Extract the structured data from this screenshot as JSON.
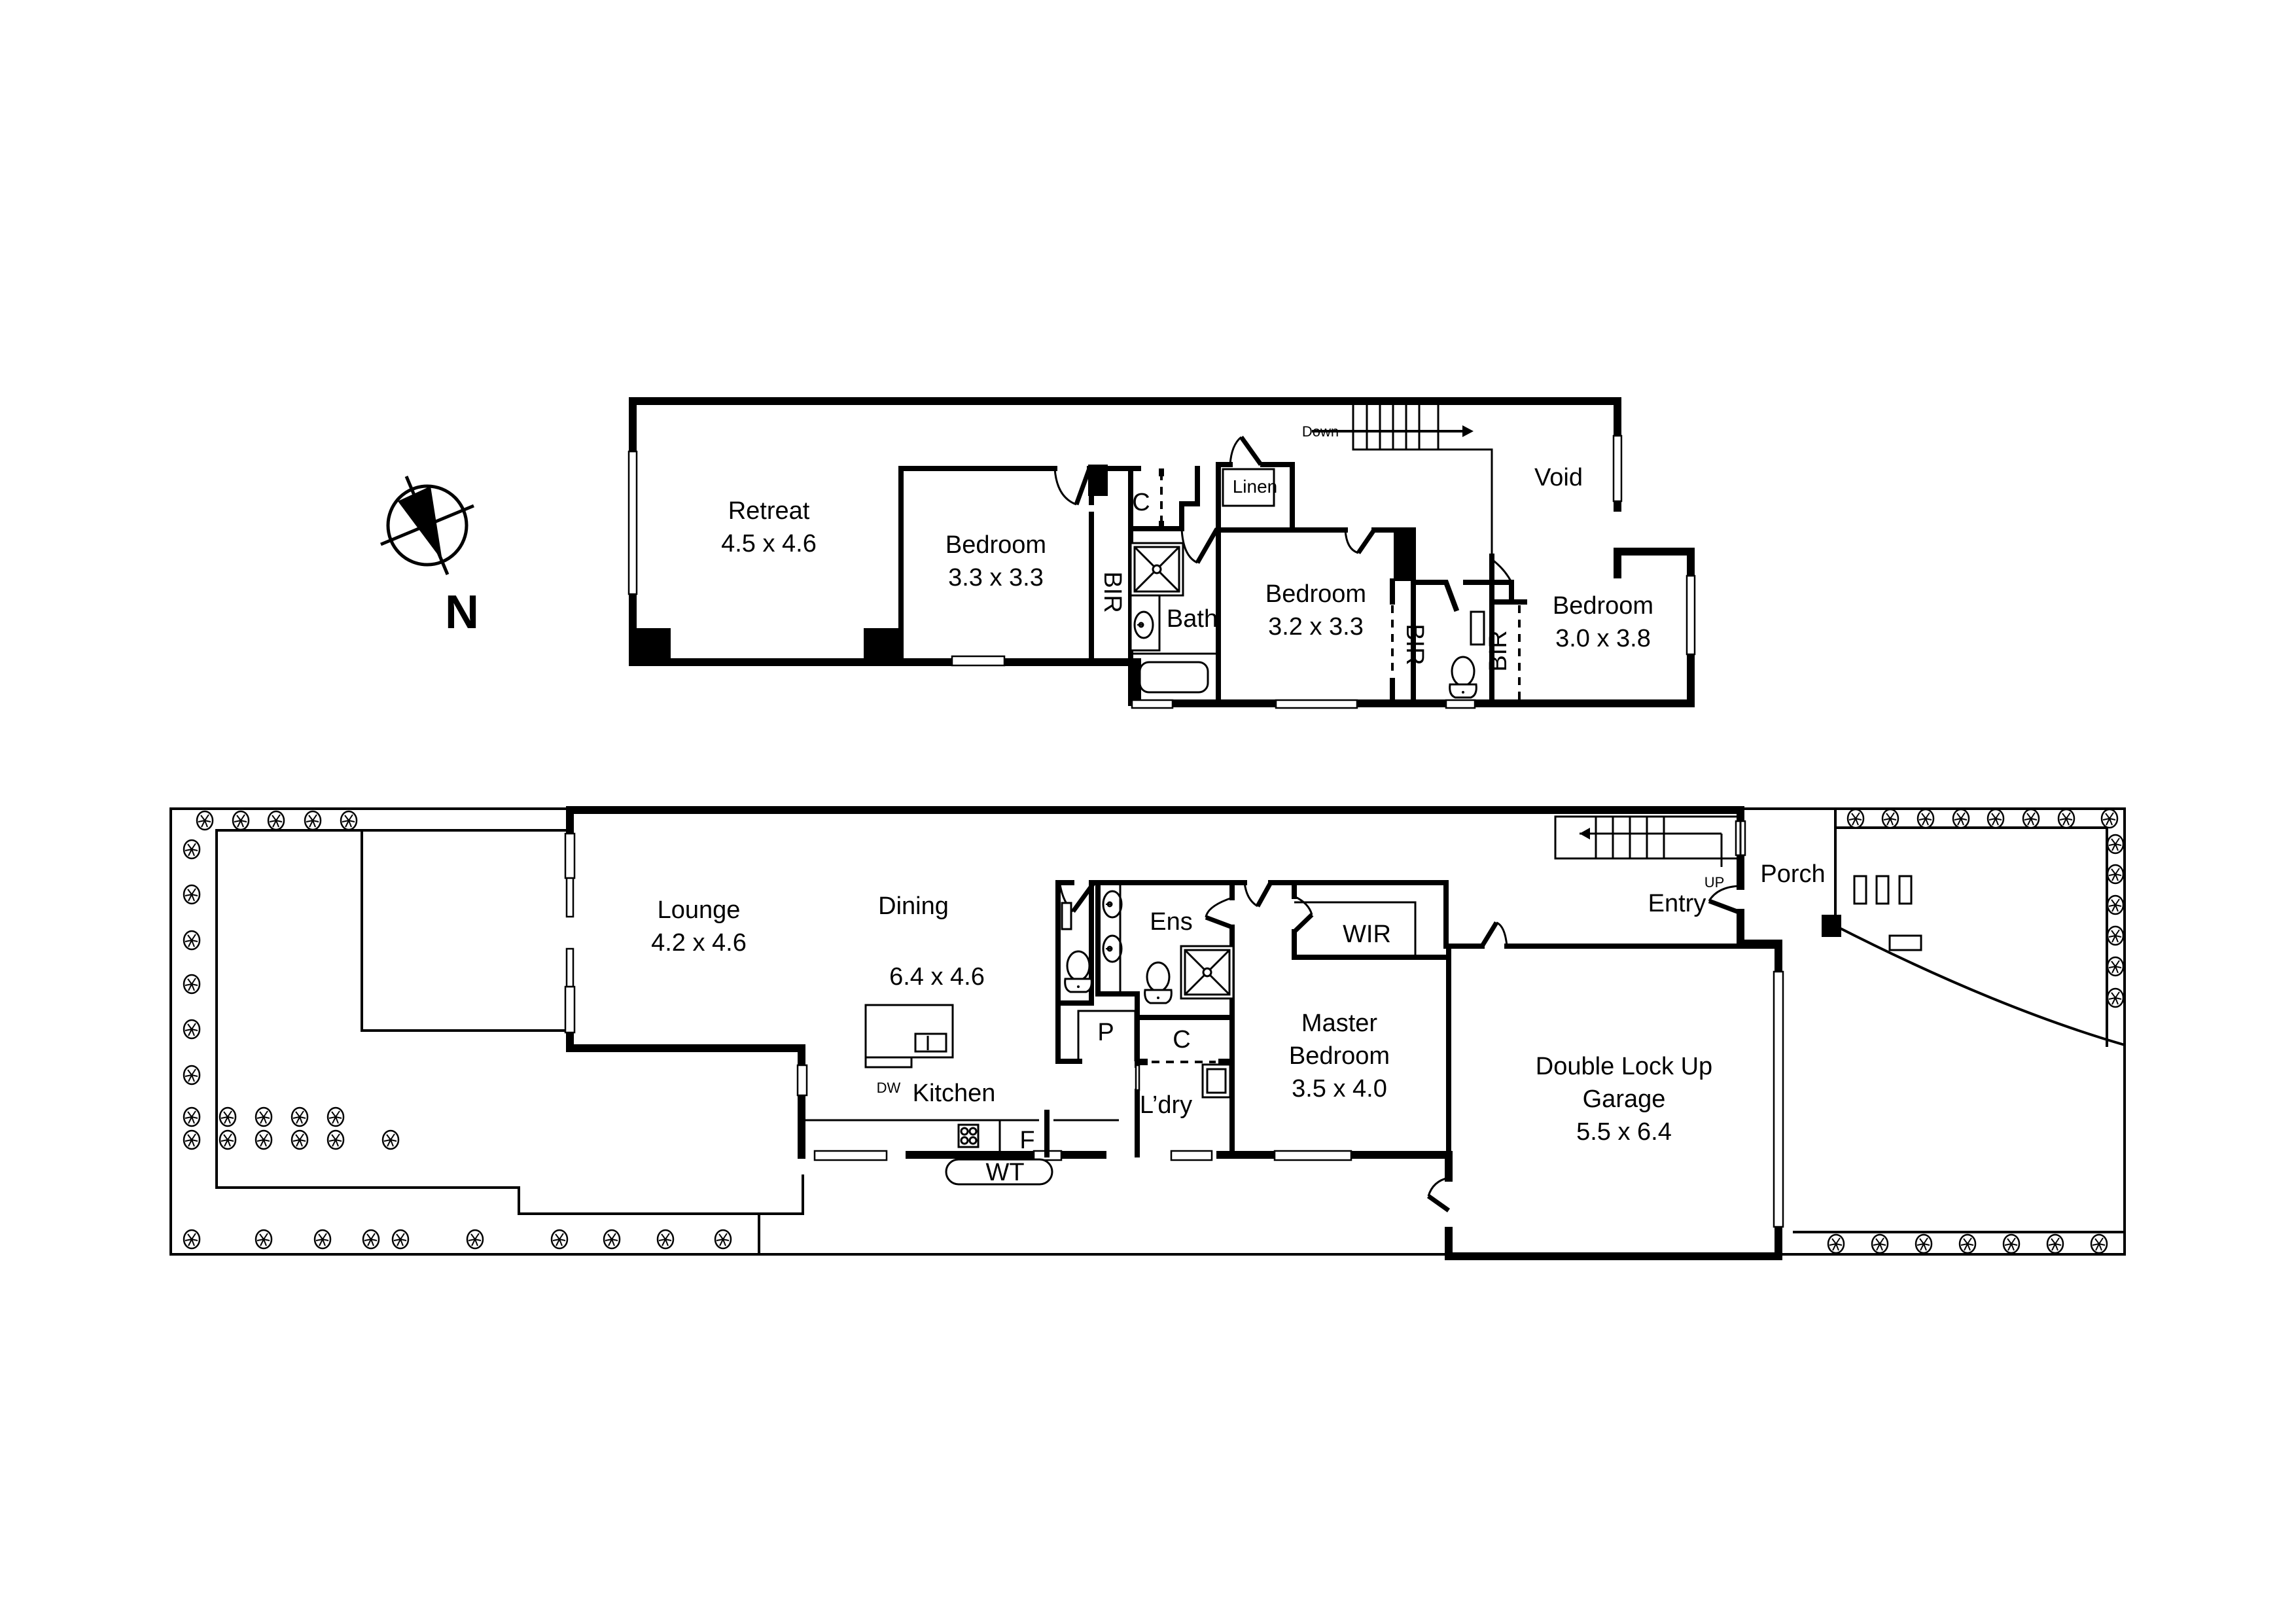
{
  "compass": {
    "label": "N",
    "icon": "north-arrow-icon"
  },
  "upper_floor": {
    "rooms": {
      "retreat": {
        "name": "Retreat",
        "dims": "4.5 x 4.6"
      },
      "bedroom_a": {
        "name": "Bedroom",
        "dims": "3.3 x 3.3"
      },
      "bedroom_b": {
        "name": "Bedroom",
        "dims": "3.2 x 3.3"
      },
      "bedroom_c": {
        "name": "Bedroom",
        "dims": "3.0 x 3.8"
      },
      "void": {
        "name": "Void"
      },
      "bath": {
        "name": "Bath"
      },
      "linen": {
        "name": "Linen"
      },
      "cupboard": {
        "name": "C"
      },
      "bir_a": {
        "name": "BIR"
      },
      "bir_b": {
        "name": "BIR"
      },
      "bir_c": {
        "name": "BIR"
      }
    },
    "stairs_label": "Down"
  },
  "ground_floor": {
    "rooms": {
      "lounge": {
        "name": "Lounge",
        "dims": "4.2 x 4.6"
      },
      "dining": {
        "name": "Dining",
        "dims": "6.4 x 4.6"
      },
      "kitchen": {
        "name": "Kitchen"
      },
      "dishwasher": {
        "name": "DW"
      },
      "fridge": {
        "name": "F"
      },
      "water_tank": {
        "name": "WT"
      },
      "pantry": {
        "name": "P"
      },
      "ensuite": {
        "name": "Ens"
      },
      "cupboard": {
        "name": "C"
      },
      "laundry": {
        "name": "L’dry"
      },
      "master": {
        "name_line1": "Master",
        "name_line2": "Bedroom",
        "dims": "3.5 x 4.0"
      },
      "wir": {
        "name": "WIR"
      },
      "garage": {
        "name_line1": "Double Lock Up",
        "name_line2": "Garage",
        "dims": "5.5 x 6.4"
      },
      "entry": {
        "name": "Entry"
      },
      "porch": {
        "name": "Porch"
      }
    },
    "stairs_label": "UP"
  }
}
